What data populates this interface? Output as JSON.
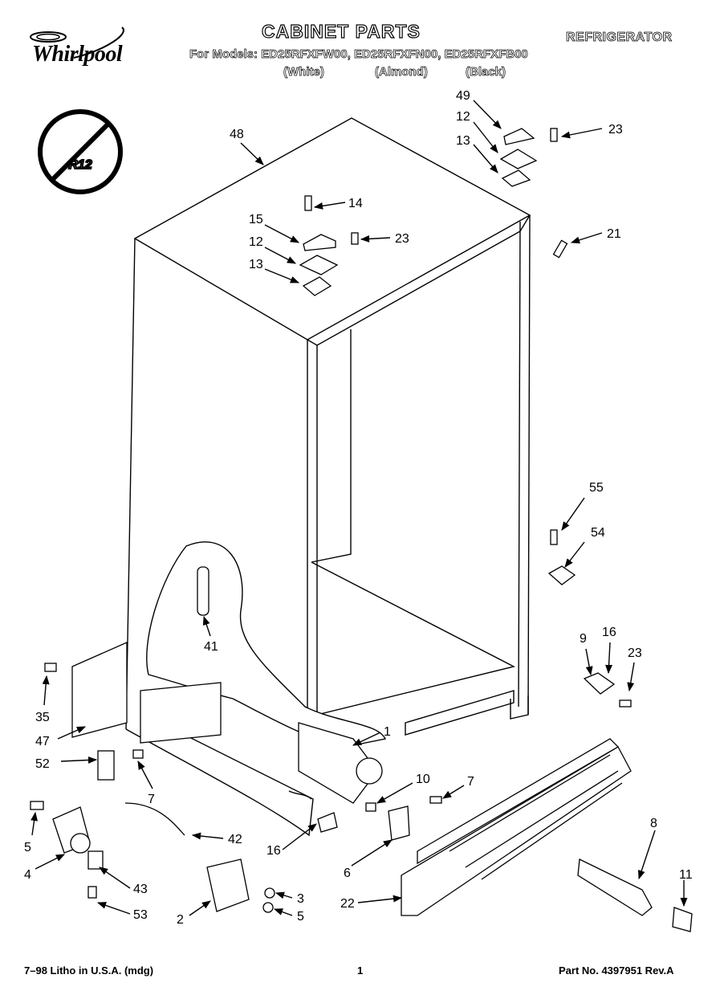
{
  "header": {
    "brand": "Whirlpool",
    "title": "CABINET PARTS",
    "category": "REFRIGERATOR",
    "models": "For Models: ED25RFXFW00, ED25RFXFN00, ED25RFXFB00",
    "colors": [
      "(White)",
      "(Almond)",
      "(Black)"
    ]
  },
  "badge": {
    "text": "R12",
    "icon": "no-r12-prohibition-icon"
  },
  "callouts": [
    "48",
    "49",
    "12",
    "13",
    "23",
    "14",
    "15",
    "12",
    "13",
    "23",
    "21",
    "55",
    "54",
    "41",
    "9",
    "16",
    "23",
    "35",
    "47",
    "52",
    "7",
    "1",
    "10",
    "7",
    "5",
    "42",
    "4",
    "16",
    "6",
    "8",
    "43",
    "11",
    "3",
    "53",
    "2",
    "5",
    "22"
  ],
  "footer": {
    "left": "7–98 Litho in U.S.A. (mdg)",
    "page": "1",
    "part": "Part No. 4397951 Rev.A"
  }
}
